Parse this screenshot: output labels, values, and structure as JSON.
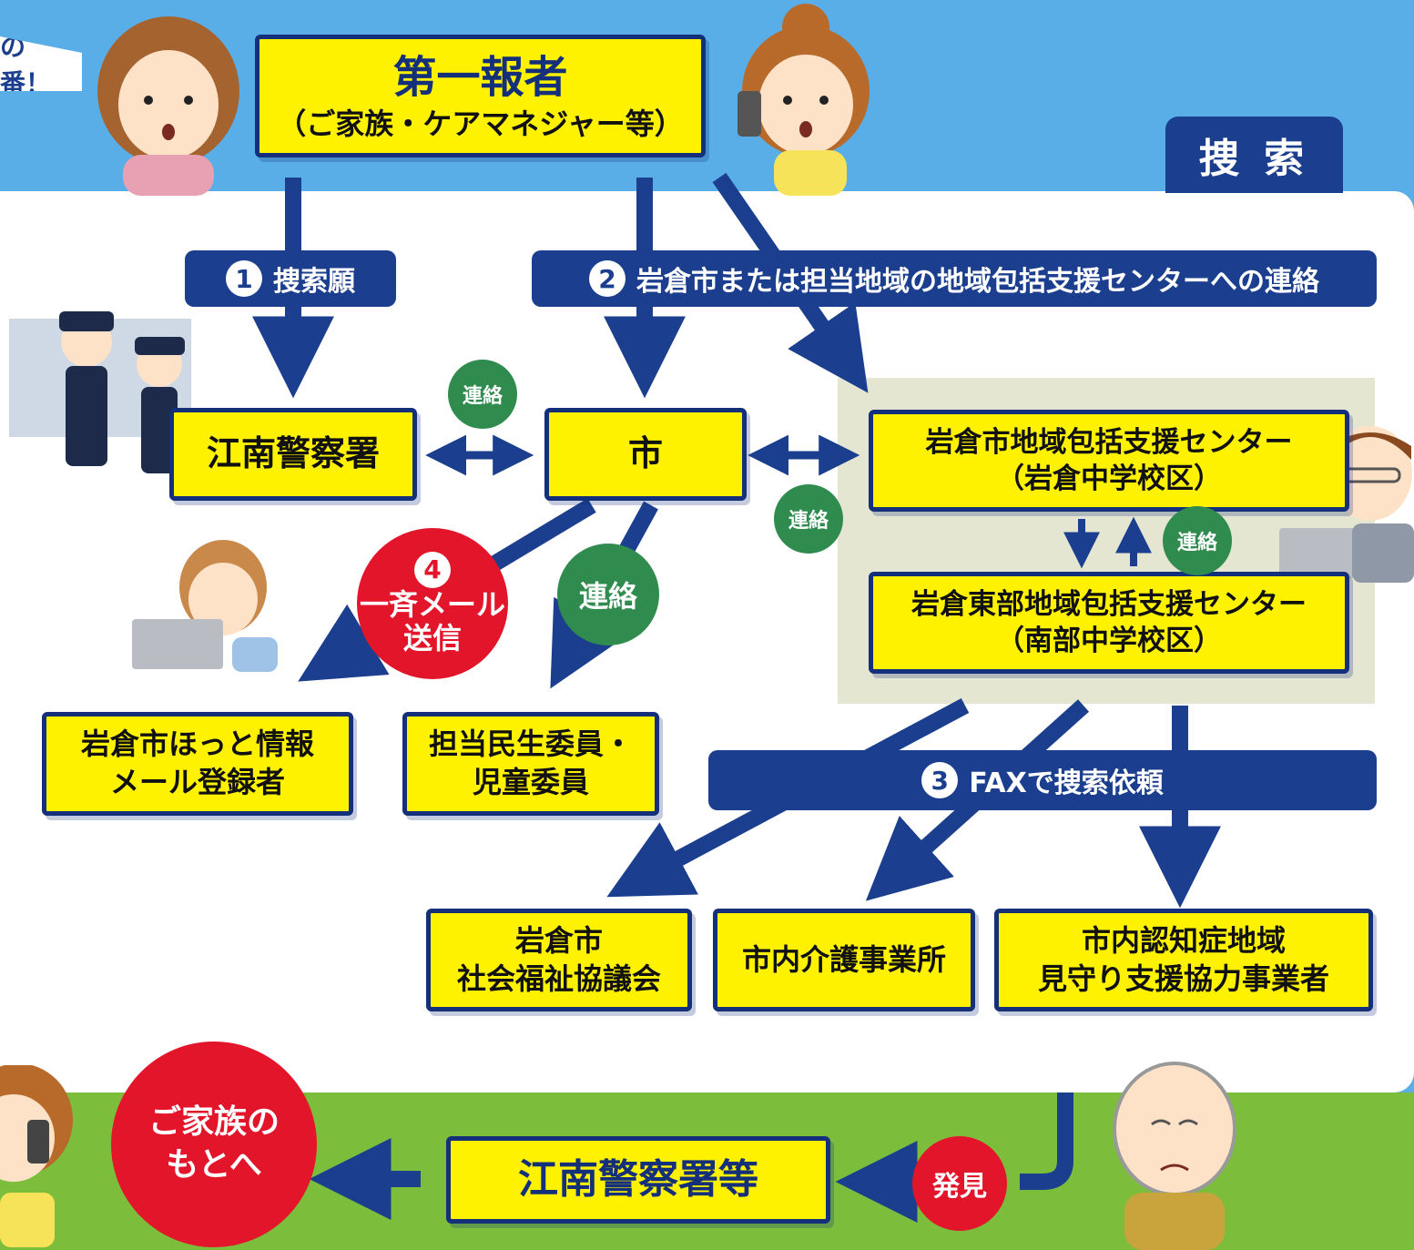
{
  "header": {
    "tag_partial": "の番！",
    "search_tab": "捜 索"
  },
  "first_reporter": {
    "title": "第一報者",
    "subtitle": "（ご家族・ケアマネジャー等）"
  },
  "steps": {
    "step1": {
      "num": "1",
      "label": "捜索願"
    },
    "step2": {
      "num": "2",
      "label": "岩倉市または担当地域の地域包括支援センターへの連絡"
    },
    "step3": {
      "num": "3",
      "label": "FAXで捜索依頼"
    },
    "step4": {
      "num": "4",
      "line1": "一斉メール",
      "line2": "送信"
    }
  },
  "boxes": {
    "police": "江南警察署",
    "city": "市",
    "center1_line1": "岩倉市地域包括支援センター",
    "center1_line2": "（岩倉中学校区）",
    "center2_line1": "岩倉東部地域包括支援センター",
    "center2_line2": "（南部中学校区）",
    "mail_line1": "岩倉市ほっと情報",
    "mail_line2": "メール登録者",
    "welfare_line1": "担当民生委員・",
    "welfare_line2": "児童委員",
    "council_line1": "岩倉市",
    "council_line2": "社会福祉協議会",
    "care": "市内介護事業所",
    "dementia_line1": "市内認知症地域",
    "dementia_line2": "見守り支援協力事業者",
    "police_etc": "江南警察署等"
  },
  "badges": {
    "contact": "連絡",
    "found": "発見",
    "family_line1": "ご家族の",
    "family_line2": "もとへ"
  },
  "colors": {
    "sky": "#5aaee8",
    "navy": "#1b3f8e",
    "yellow": "#fff200",
    "green": "#2f8c4e",
    "red": "#e3152b",
    "grass": "#7cbe3c"
  }
}
